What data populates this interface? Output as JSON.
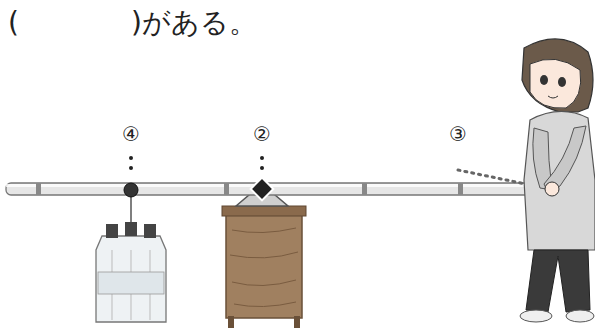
{
  "diagram": {
    "labels": [
      "(　　　　)がある。",
      "④",
      "②",
      "③"
    ]
  }
}
